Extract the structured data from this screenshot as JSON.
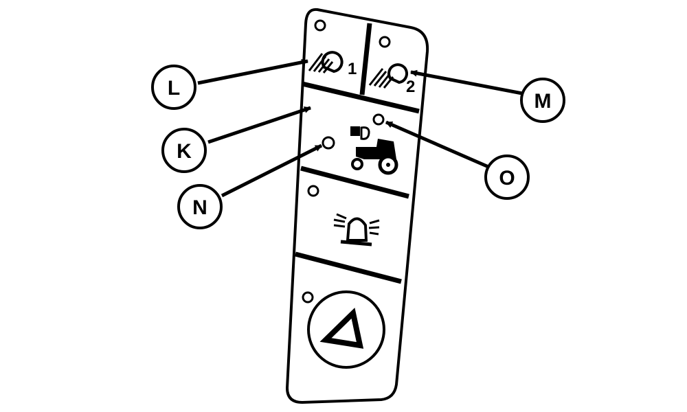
{
  "callouts": {
    "L": "L",
    "M": "M",
    "K": "K",
    "N": "N",
    "O": "O"
  },
  "panel": {
    "worklight_1_number": "1",
    "worklight_2_number": "2"
  },
  "icons": {
    "worklight_1": "work-light-icon",
    "worklight_2": "work-light-icon",
    "road_lights": "tractor-light-icon",
    "beacon": "rotating-beacon-icon",
    "hazard": "hazard-warning-triangle-icon"
  }
}
